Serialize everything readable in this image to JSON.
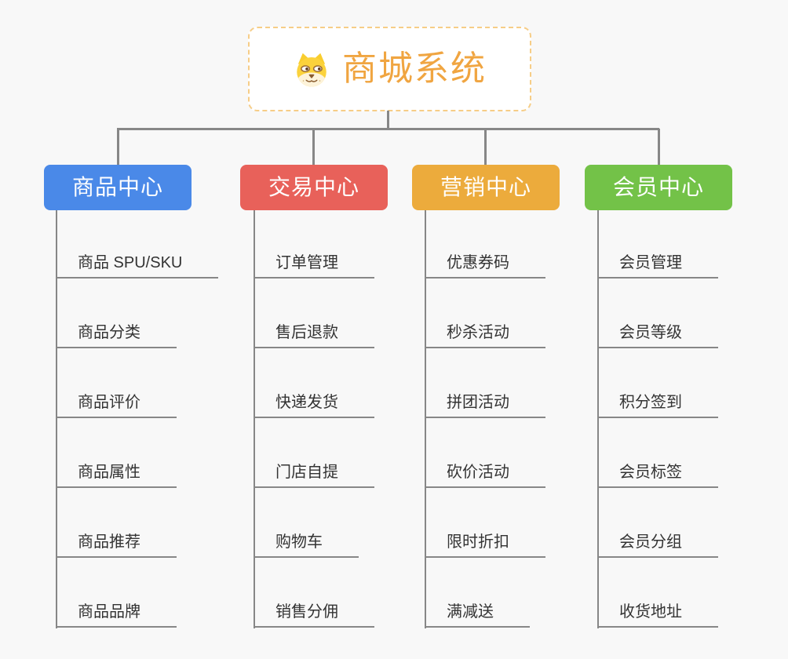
{
  "root": {
    "title": "商城系统",
    "icon": "doge-icon"
  },
  "branches": [
    {
      "label": "商品中心",
      "color": "#4a89e8",
      "items": [
        "商品 SPU/SKU",
        "商品分类",
        "商品评价",
        "商品属性",
        "商品推荐",
        "商品品牌"
      ]
    },
    {
      "label": "交易中心",
      "color": "#e8615a",
      "items": [
        "订单管理",
        "售后退款",
        "快递发货",
        "门店自提",
        "购物车",
        "销售分佣"
      ]
    },
    {
      "label": "营销中心",
      "color": "#ecab3c",
      "items": [
        "优惠券码",
        "秒杀活动",
        "拼团活动",
        "砍价活动",
        "限时折扣",
        "满减送"
      ]
    },
    {
      "label": "会员中心",
      "color": "#73c248",
      "items": [
        "会员管理",
        "会员等级",
        "积分签到",
        "会员标签",
        "会员分组",
        "收货地址"
      ]
    }
  ],
  "colors": {
    "background": "#f8f8f8",
    "connector": "#878787",
    "root_accent": "#f0a541",
    "root_border": "#f6cd87",
    "item_text": "#333333"
  }
}
